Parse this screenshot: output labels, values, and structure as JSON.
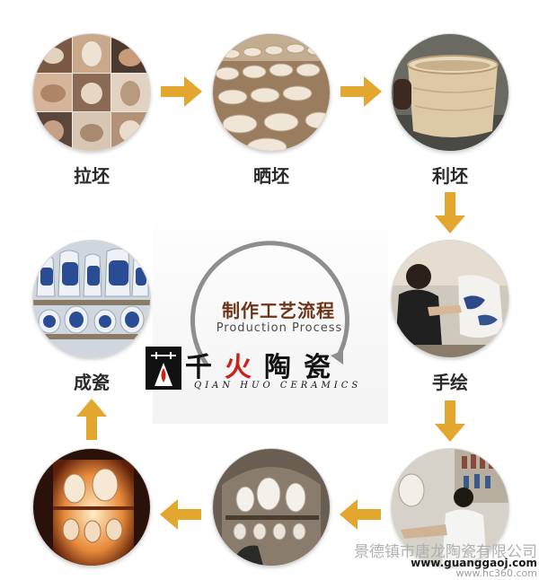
{
  "steps": [
    {
      "label": "拉坯",
      "photo": "throwing-hands-collage"
    },
    {
      "label": "晒坯",
      "photo": "drying-bowls"
    },
    {
      "label": "利坯",
      "photo": "trimming-vessel"
    },
    {
      "label": "手绘",
      "photo": "hand-painting"
    },
    {
      "label": "成瓷",
      "photo": "finished-porcelain-vases"
    }
  ],
  "center": {
    "title_cn": "制作工艺流程",
    "title_en": "Production Process",
    "logo_name_1": "千",
    "logo_name_2": "火",
    "logo_name_3": "陶瓷",
    "logo_en": "QIAN HUO CERAMICS"
  },
  "footer": {
    "company": "景德镇市唐龙陶瓷有限公司",
    "url": "www.guanggaoj.com",
    "url2": "www.hc360.com"
  },
  "colors": {
    "arrow": "#e3a62f",
    "title": "#6b3518",
    "logo_red": "#c8221b"
  }
}
